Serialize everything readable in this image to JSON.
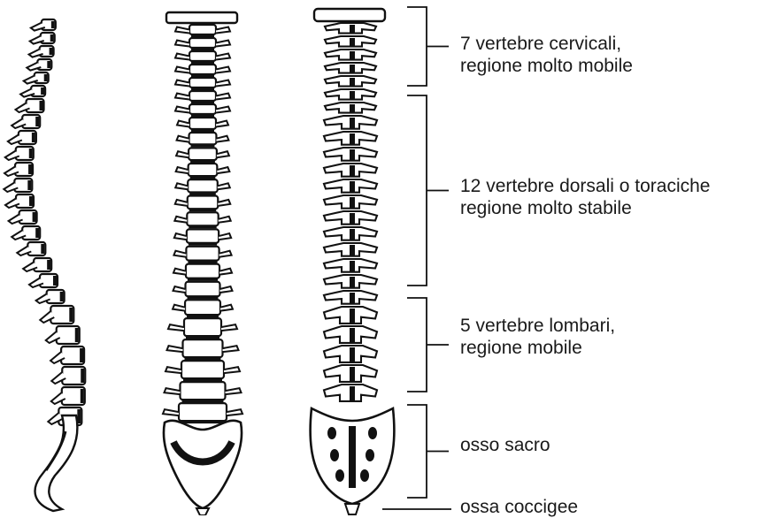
{
  "regions": [
    {
      "id": "cervical",
      "line1": "7 vertebre cervicali,",
      "line2": "regione molto mobile"
    },
    {
      "id": "thoracic",
      "line1": "12 vertebre dorsali o toraciche",
      "line2": "regione molto stabile"
    },
    {
      "id": "lumbar",
      "line1": "5 vertebre lombari,",
      "line2": "regione mobile"
    },
    {
      "id": "sacrum",
      "line1": "osso sacro",
      "line2": ""
    },
    {
      "id": "coccyx",
      "line1": "ossa coccigee",
      "line2": ""
    }
  ],
  "views": [
    {
      "name": "lateral-view"
    },
    {
      "name": "anterior-view"
    },
    {
      "name": "posterior-view"
    }
  ],
  "colors": {
    "ink": "#111111",
    "bone": "#ffffff",
    "text": "#1a1a1a"
  }
}
